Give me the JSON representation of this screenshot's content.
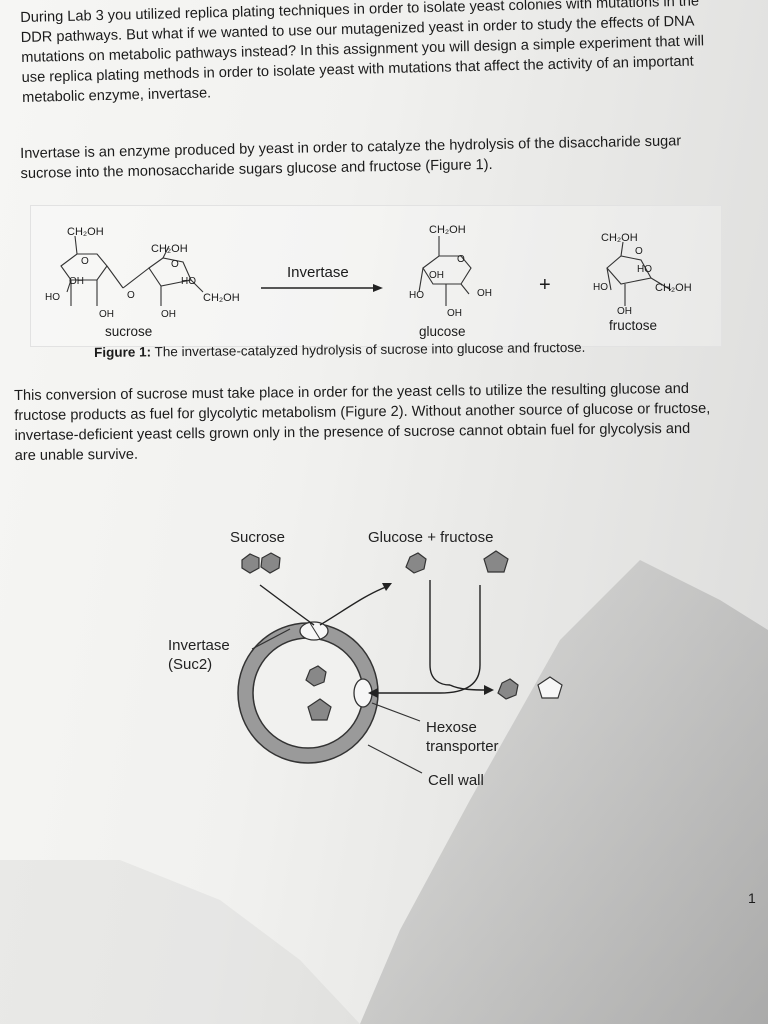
{
  "paragraphs": {
    "intro": "During Lab 3 you utilized replica plating techniques in order to isolate yeast colonies with mutations in the DDR pathways. But what if we wanted to use our mutagenized yeast in order to study the effects of DNA mutations on metabolic pathways instead? In this assignment you will design a simple experiment that will use replica plating methods in order to isolate yeast with mutations that affect the activity of an important metabolic enzyme, invertase.",
    "invertase": "Invertase is an enzyme produced by yeast in order to catalyze the hydrolysis of the disaccharide sugar sucrose into the monosaccharide sugars glucose and fructose (Figure 1).",
    "conversion": "This conversion of sucrose must take place in order for the yeast cells to utilize the resulting glucose and fructose products as fuel for glycolytic metabolism (Figure 2). Without another source of glucose or fructose, invertase-deficient yeast cells grown only in the presence of sucrose cannot obtain fuel for glycolysis and are unable survive."
  },
  "figure1": {
    "caption_label": "Figure 1:",
    "caption_text": "The invertase-catalyzed hydrolysis of sucrose into glucose and fructose.",
    "enzyme": "Invertase",
    "plus": "+",
    "ch2oh": "CH₂OH",
    "oh": "OH",
    "ho": "HO",
    "o": "O",
    "sucrose": "sucrose",
    "glucose": "glucose",
    "fructose": "fructose"
  },
  "figure2": {
    "sucrose": "Sucrose",
    "glucose_fructose": "Glucose + fructose",
    "invertase_line1": "Invertase",
    "invertase_line2": "(Suc2)",
    "hexose_line1": "Hexose",
    "hexose_line2": "transporter",
    "cell_wall": "Cell wall"
  },
  "page_number": "1"
}
